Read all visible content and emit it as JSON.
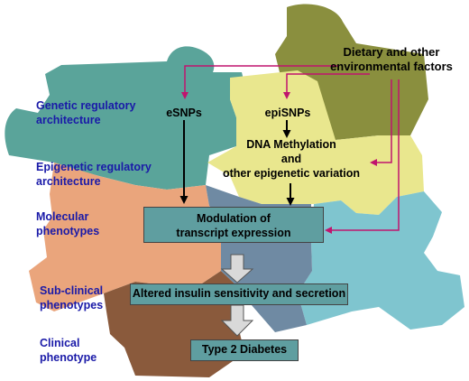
{
  "colors": {
    "label_text": "#1a1aa8",
    "arrow_magenta": "#c0146e",
    "arrow_black": "#000000",
    "box_fill": "#5f9ea0",
    "puzzle_olive": "#8a8f3e",
    "puzzle_teal": "#5aa49a",
    "puzzle_yellow": "#e9e78e",
    "puzzle_blue": "#7fc5cf",
    "puzzle_peach": "#eaa57c",
    "puzzle_brown": "#8a5a3c",
    "puzzle_steel": "#6f8aa3"
  },
  "levels": [
    {
      "id": "genetic",
      "lines": [
        "Genetic regulatory",
        "architecture"
      ]
    },
    {
      "id": "epigenetic",
      "lines": [
        "Epigenetic regulatory",
        "architecture"
      ]
    },
    {
      "id": "molecular",
      "lines": [
        "Molecular",
        "phenotypes"
      ]
    },
    {
      "id": "subclinical",
      "lines": [
        "Sub-clinical",
        "phenotypes"
      ]
    },
    {
      "id": "clinical",
      "lines": [
        "Clinical",
        "phenotype"
      ]
    }
  ],
  "nodes": {
    "environment": [
      "Dietary and other",
      "environmental factors"
    ],
    "esnps": "eSNPs",
    "episnps": "epiSNPs",
    "methylation": [
      "DNA Methylation",
      "and",
      "other epigenetic variation"
    ],
    "modulation": [
      "Modulation of",
      "transcript expression"
    ],
    "insulin": "Altered insulin sensitivity and secretion",
    "diabetes": "Type 2 Diabetes"
  }
}
